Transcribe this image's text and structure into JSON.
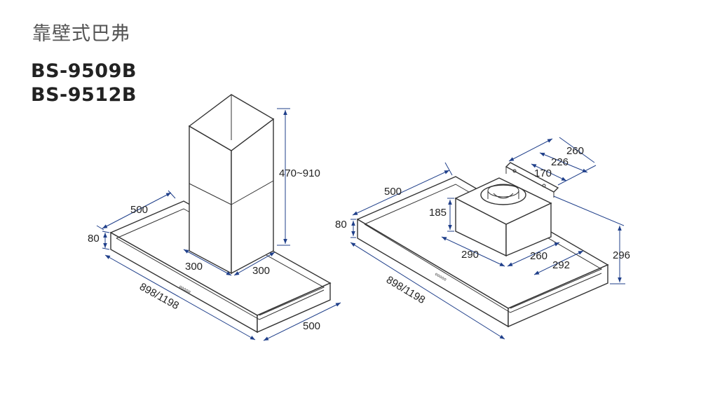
{
  "title": "靠壁式巴弗",
  "models": [
    "BS-9509B",
    "BS-9512B"
  ],
  "left_hood": {
    "dims": {
      "chimney_height": "470~910",
      "depth": "500",
      "base_height": "80",
      "chimney_width": "300",
      "chimney_depth": "300",
      "width": "898/1198",
      "side_depth": "500"
    },
    "panel_label": "ooooo"
  },
  "right_hood": {
    "dims": {
      "depth": "500",
      "base_height": "80",
      "motor_height": "185",
      "motor_depth": "290",
      "motor_width": "260",
      "motor_offset": "292",
      "total_height": "296",
      "bracket_260": "260",
      "bracket_226": "226",
      "bracket_170": "170",
      "width": "898/1198"
    },
    "panel_label": "ooooo"
  },
  "colors": {
    "line": "#333333",
    "dimension": "#1f3f8a",
    "text": "#222222"
  }
}
